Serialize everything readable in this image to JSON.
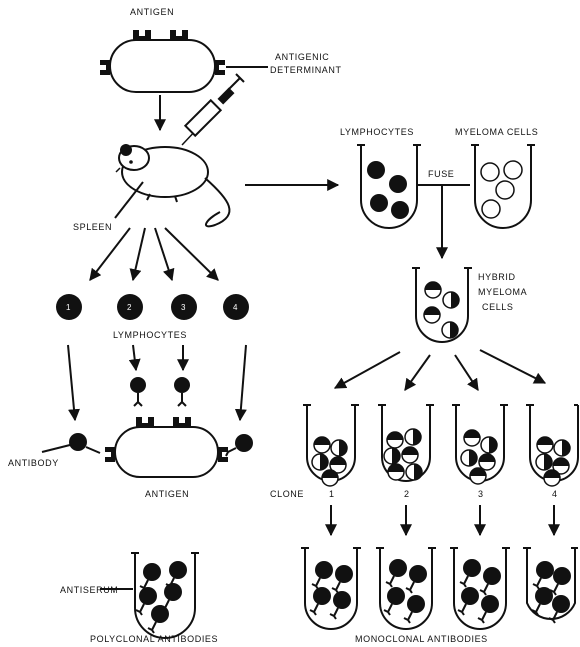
{
  "labels": {
    "antigen_top": "ANTIGEN",
    "antigenic_determinant_1": "ANTIGENIC",
    "antigenic_determinant_2": "DETERMINANT",
    "spleen": "SPLEEN",
    "lymphocytes_left": "LYMPHOCYTES",
    "antibody": "ANTIBODY",
    "antigen_bottom": "ANTIGEN",
    "antiserum": "ANTISERUM",
    "polyclonal": "POLYCLONAL ANTIBODIES",
    "lymphocytes_tube": "LYMPHOCYTES",
    "myeloma_cells": "MYELOMA CELLS",
    "fuse": "FUSE",
    "hybrid_1": "HYBRID",
    "hybrid_2": "MYELOMA",
    "hybrid_3": "CELLS",
    "clone": "CLONE",
    "monoclonal": "MONOCLONAL ANTIBODIES"
  },
  "lymphocyte_numbers": [
    "1",
    "2",
    "3",
    "4"
  ],
  "clone_numbers": [
    "1",
    "2",
    "3",
    "4"
  ]
}
